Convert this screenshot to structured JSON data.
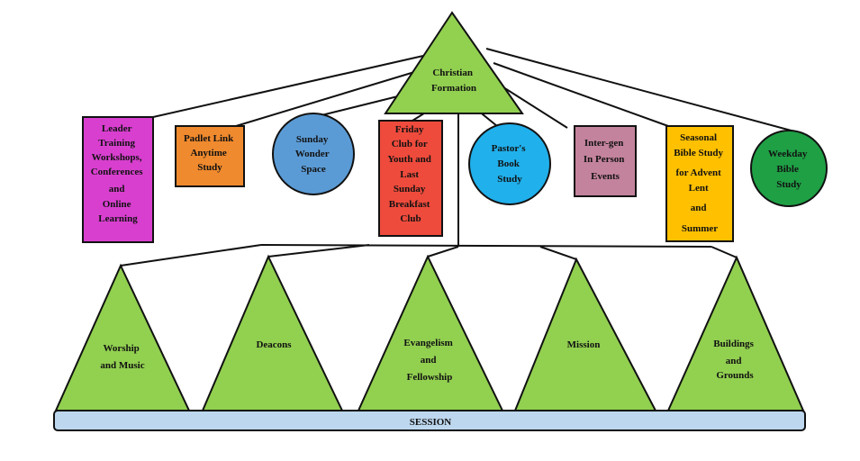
{
  "top": {
    "title_lines": [
      "Christian",
      "Formation"
    ]
  },
  "activities": [
    {
      "lines": [
        "Leader",
        "Training",
        "Workshops,",
        "Conferences",
        "and",
        "Online",
        "Learning"
      ],
      "shape": "rect",
      "color": "#d83fcf"
    },
    {
      "lines": [
        "Padlet Link",
        "Anytime",
        "Study"
      ],
      "shape": "rect",
      "color": "#f08a2e"
    },
    {
      "lines": [
        "Sunday",
        "Wonder",
        "Space"
      ],
      "shape": "circle",
      "color": "#5b9bd5"
    },
    {
      "lines": [
        "Friday",
        "Club for",
        "Youth and",
        "Last",
        "Sunday",
        "Breakfast",
        "Club"
      ],
      "shape": "rect",
      "color": "#ee4b3c"
    },
    {
      "lines": [
        "Pastor's",
        "Book",
        "Study"
      ],
      "shape": "circle",
      "color": "#20b0ec"
    },
    {
      "lines": [
        "Inter-gen",
        "In Person",
        "Events"
      ],
      "shape": "rect",
      "color": "#c3839d"
    },
    {
      "lines": [
        "Seasonal",
        "Bible Study",
        "for Advent",
        "Lent",
        "and",
        "Summer"
      ],
      "shape": "rect",
      "color": "#ffc000"
    },
    {
      "lines": [
        "Weekday",
        "Bible",
        "Study"
      ],
      "shape": "circle",
      "color": "#1fa045"
    }
  ],
  "committees": [
    {
      "lines": [
        "Worship",
        "and Music"
      ]
    },
    {
      "lines": [
        "Deacons"
      ]
    },
    {
      "lines": [
        "Evangelism",
        "and",
        "Fellowship"
      ]
    },
    {
      "lines": [
        "Mission"
      ]
    },
    {
      "lines": [
        "Buildings",
        "and",
        "Grounds"
      ]
    }
  ],
  "base": {
    "label": "SESSION",
    "color": "#bdd7ee"
  },
  "colors": {
    "triangle": "#92d050",
    "outline": "#111111"
  }
}
